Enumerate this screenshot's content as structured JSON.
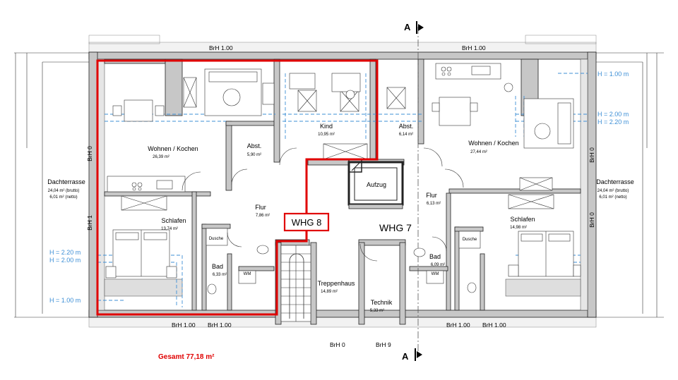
{
  "section_marker": {
    "top": "A",
    "bottom": "A"
  },
  "brh_labels": {
    "top_left": "BrH 1.00",
    "top_right": "BrH 1.00",
    "bottom_1": "BrH 1.00",
    "bottom_2": "BrH 1.00",
    "bottom_center_1": "BrH 0",
    "bottom_center_2": "BrH 9",
    "bottom_right_1": "BrH 1.00",
    "bottom_right_2": "BrH 1.00",
    "left_upper": "BrH 0",
    "left_lower": "BrH 1",
    "right_upper": "BrH 0",
    "right_lower": "BrH 0"
  },
  "height_labels": {
    "right_1": "H = 1.00 m",
    "right_2": "H = 2.00 m",
    "right_3": "H = 2.20 m",
    "left_1": "H = 2.20 m",
    "left_2": "H = 2.00 m",
    "left_3": "H = 1.00 m"
  },
  "rooms": {
    "wohnen_left": {
      "name": "Wohnen / Kochen",
      "area": "26,39 m²"
    },
    "abst_left": {
      "name": "Abst.",
      "area": "5,90 m²"
    },
    "kind": {
      "name": "Kind",
      "area": "10,95 m²"
    },
    "abst_right": {
      "name": "Abst.",
      "area": "6,14 m²"
    },
    "wohnen_right": {
      "name": "Wohnen / Kochen",
      "area": "27,44 m²"
    },
    "dachterrasse_left": {
      "name": "Dachterrasse",
      "area1": "24,04 m² (brutto)",
      "area2": "6,01 m² (netto)"
    },
    "dachterrasse_right": {
      "name": "Dachterrasse",
      "area1": "24,04 m² (brutto)",
      "area2": "6,01 m² (netto)"
    },
    "aufzug": {
      "name": "Aufzug"
    },
    "flur_left": {
      "name": "Flur",
      "area": "7,86 m²"
    },
    "flur_right": {
      "name": "Flur",
      "area": "6,13 m²"
    },
    "schlafen_left": {
      "name": "Schlafen",
      "area": "13,74 m²"
    },
    "schlafen_right": {
      "name": "Schlafen",
      "area": "14,98 m²"
    },
    "dusche_left": {
      "name": "Dusche"
    },
    "dusche_right": {
      "name": "Dusche"
    },
    "bad_left": {
      "name": "Bad",
      "area": "6,33 m²"
    },
    "bad_right": {
      "name": "Bad",
      "area": "6,09 m²"
    },
    "wm_left": {
      "name": "WM"
    },
    "wm_right": {
      "name": "WM"
    },
    "treppenhaus": {
      "name": "Treppenhaus",
      "area": "14,89 m²"
    },
    "technik": {
      "name": "Technik",
      "area": "5,33 m²"
    }
  },
  "units": {
    "whg8": "WHG 8",
    "whg7": "WHG 7"
  },
  "total": "Gesamt 77,18 m²",
  "colors": {
    "highlight": "#e00000",
    "height_lines": "#3d8fd6",
    "wall_fill": "#c7c7c7"
  }
}
